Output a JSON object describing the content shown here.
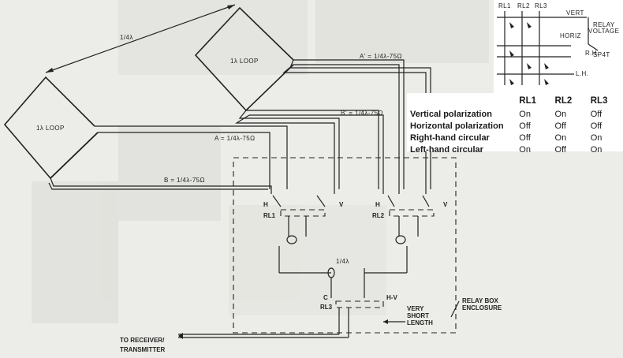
{
  "diagram": {
    "top_dimension": "1/4λ",
    "loop_left": "1λ LOOP",
    "loop_right": "1λ LOOP",
    "line_a_prime": "A' = 1/4λ-75Ω",
    "line_b_prime": "B' = 1/4λ-75Ω",
    "line_a": "A = 1/4λ-75Ω",
    "line_b": "B = 1/4λ-75Ω",
    "relay1": {
      "name": "RL1",
      "h": "H",
      "v": "V"
    },
    "relay2": {
      "name": "RL2",
      "h": "H",
      "v": "V"
    },
    "relay3": {
      "name": "RL3",
      "c": "C",
      "hv": "H-V"
    },
    "quarter_wave": "1/4λ",
    "very_short_line1": "VERY",
    "very_short_line2": "SHORT",
    "very_short_line3": "LENGTH",
    "enclosure_line1": "RELAY BOX",
    "enclosure_line2": "ENCLOSURE",
    "output_line1": "TO RECEIVER/",
    "output_line2": "TRANSMITTER"
  },
  "inset": {
    "cols": [
      "RL1",
      "RL2",
      "RL3"
    ],
    "vert": "VERT",
    "horiz": "HORIZ",
    "rh": "R.H.",
    "lh": "L.H.",
    "relay_voltage_1": "RELAY",
    "relay_voltage_2": "VOLTAGE",
    "sp4t": "SP4T"
  },
  "table": {
    "headers": [
      "",
      "RL1",
      "RL2",
      "RL3"
    ],
    "rows": [
      {
        "label": "Vertical polarization",
        "rl1": "On",
        "rl2": "On",
        "rl3": "Off"
      },
      {
        "label": "Horizontal polarization",
        "rl1": "Off",
        "rl2": "Off",
        "rl3": "Off"
      },
      {
        "label": "Right-hand circular",
        "rl1": "Off",
        "rl2": "On",
        "rl3": "On"
      },
      {
        "label": "Left-hand circular",
        "rl1": "On",
        "rl2": "Off",
        "rl3": "On"
      }
    ]
  }
}
